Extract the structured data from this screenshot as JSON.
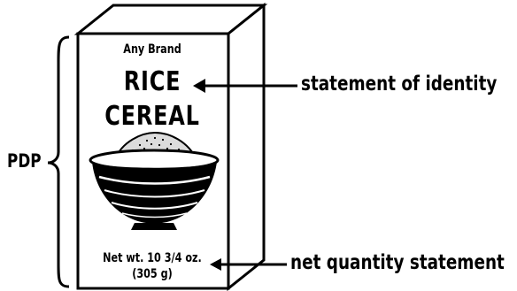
{
  "package": {
    "brand": "Any Brand",
    "product_line1": "RICE",
    "product_line2": "CEREAL",
    "net_weight_line1": "Net wt. 10 3/4 oz.",
    "net_weight_line2": "(305 g)"
  },
  "callouts": {
    "pdp_label": "PDP",
    "identity_label": "statement of identity",
    "net_quantity_label": "net quantity statement"
  },
  "colors": {
    "ink": "#000000",
    "paper": "#ffffff"
  },
  "icons": [
    "bowl-of-rice-icon"
  ]
}
